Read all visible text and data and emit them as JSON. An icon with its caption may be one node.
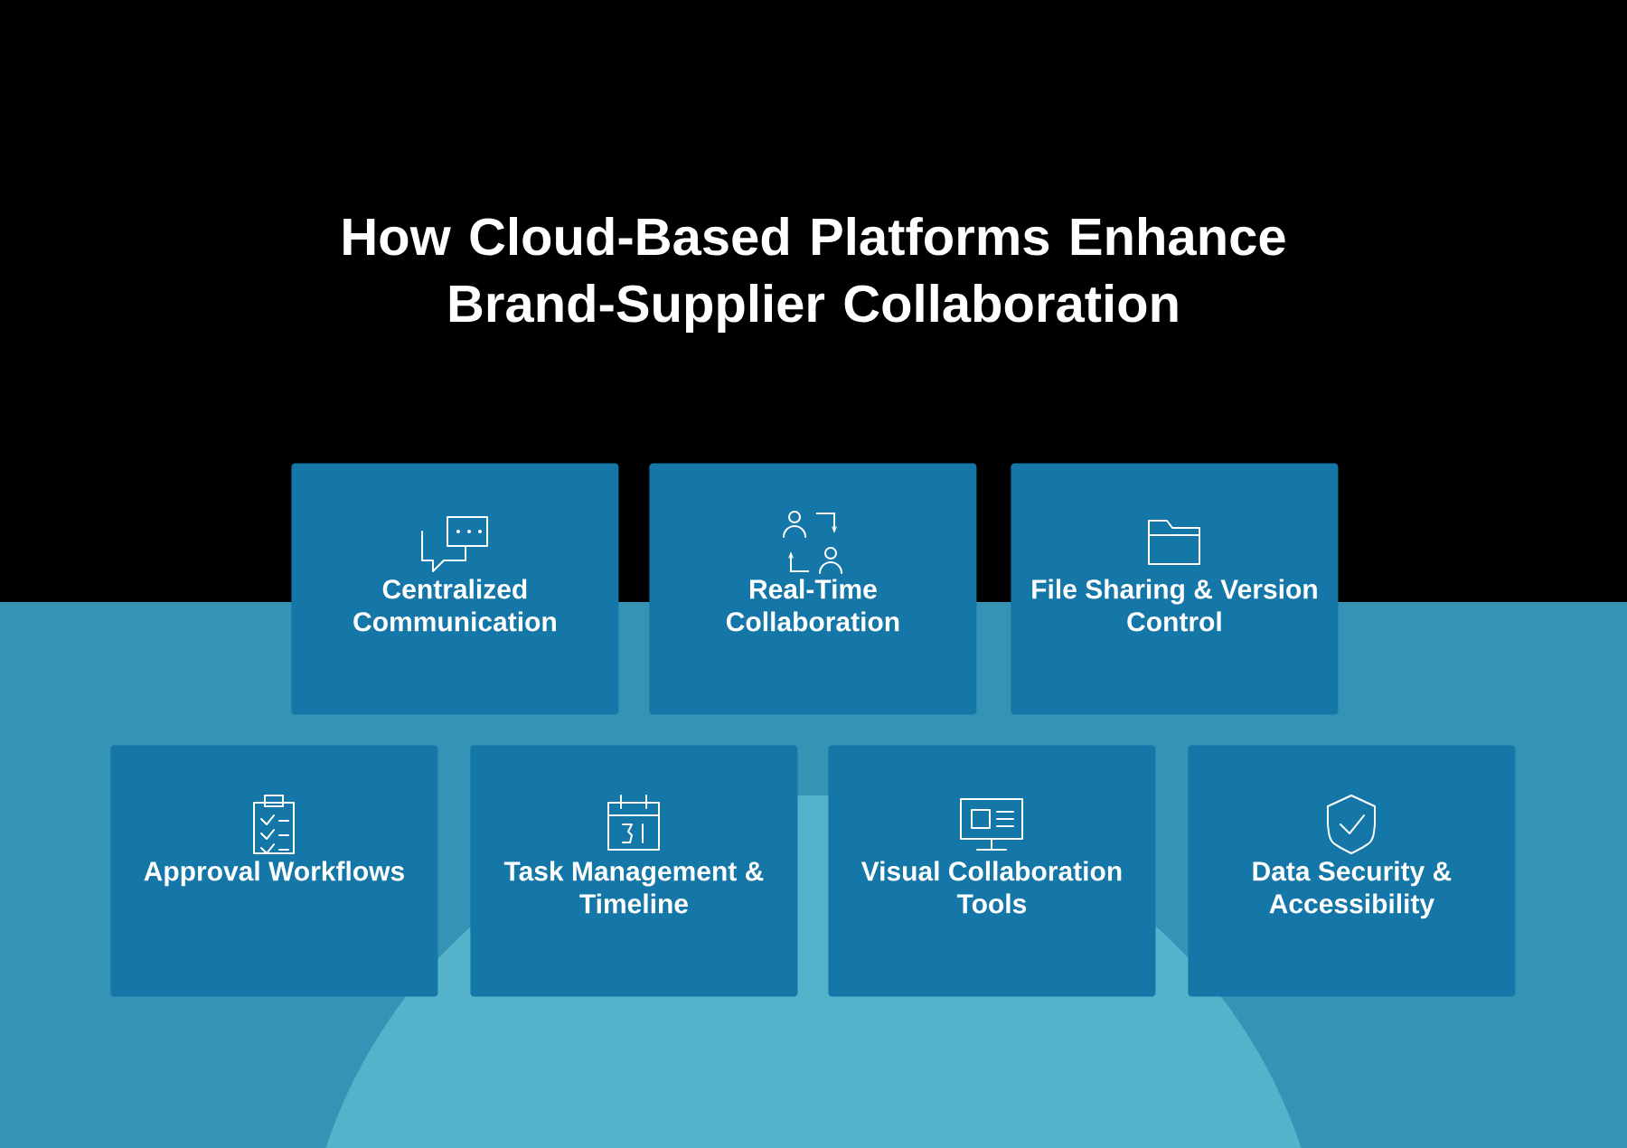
{
  "diagram": {
    "title": "How Cloud-Based Platforms Enhance Brand-Supplier Collaboration",
    "nodes": [
      {
        "text": [
          "Centralized Communication"
        ]
      },
      {
        "text": [
          "Real-Time Collaboration"
        ]
      },
      {
        "text": [
          "File Sharing & Version Control"
        ]
      },
      {
        "text": [
          "Approval Workflows"
        ]
      },
      {
        "text": [
          "Task Management & Timeline"
        ]
      },
      {
        "text": [
          "Visual Collaboration Tools"
        ]
      },
      {
        "text": [
          "Data Security & Accessibility"
        ]
      }
    ]
  }
}
